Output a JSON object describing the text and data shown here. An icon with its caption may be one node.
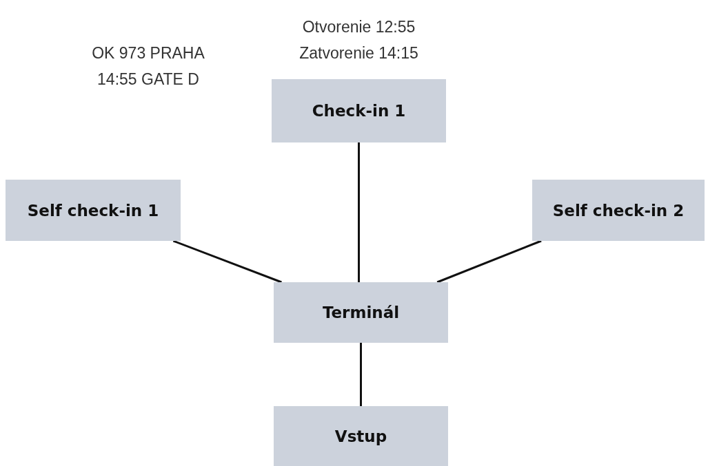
{
  "diagram": {
    "nodes": [
      {
        "text": [
          "Check-in 1"
        ],
        "beside": [
          "Otvorenie 12:55 Zatvorenie 14:15"
        ]
      },
      {
        "text": [
          "Self check-in 1"
        ]
      },
      {
        "text": [
          "Self check-in 2"
        ]
      },
      {
        "text": [
          "Terminál"
        ]
      },
      {
        "text": [
          "Vstup"
        ]
      }
    ],
    "edges": [
      {
        "from": 0,
        "to": 3,
        "arrow": "none"
      },
      {
        "from": 1,
        "to": 3,
        "arrow": "none"
      },
      {
        "from": 2,
        "to": 3,
        "arrow": "none"
      },
      {
        "from": 3,
        "to": 4,
        "arrow": "none"
      }
    ],
    "labels": [
      "OK 973 PRAHA 14:55 GATE D"
    ]
  }
}
